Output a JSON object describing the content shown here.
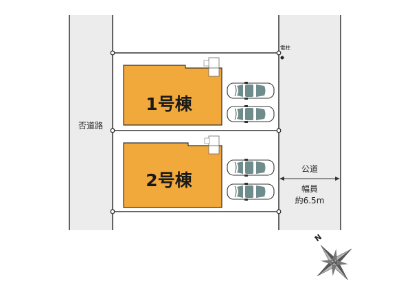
{
  "colors": {
    "road": "#ececec",
    "building": "#f2a93b",
    "outline": "#333333",
    "car_body": "#ffffff",
    "car_glass": "#6f8c8c"
  },
  "buildings": [
    {
      "label": "1号棟"
    },
    {
      "label": "2号棟"
    }
  ],
  "roads": {
    "left": {
      "label": "否道路"
    },
    "right": {
      "label": "公道",
      "width_label": "幅員",
      "width_value": "約6.5m"
    }
  },
  "pole": {
    "label": "電柱",
    "icon": "utility-pole-dot"
  },
  "compass": {
    "north_label": "N",
    "icon": "compass-rose-icon"
  },
  "cars": {
    "count_per_lot": 2,
    "icon": "car-top-view-icon"
  }
}
